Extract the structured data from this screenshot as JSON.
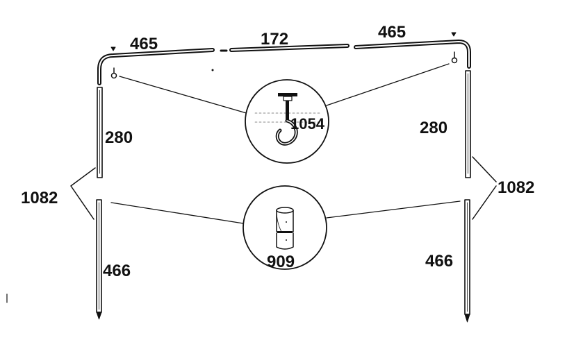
{
  "part_labels": {
    "top_left_bar": "465",
    "top_middle_bar": "172",
    "top_right_bar": "465",
    "left_upper_pole": "280",
    "right_upper_pole": "280",
    "left_lower_pole": "466",
    "right_lower_pole": "466",
    "left_pole_assembly": "1082",
    "right_pole_assembly": "1082",
    "hook_detail": "1054",
    "connector_detail": "909"
  },
  "colors": {
    "line": "#111111",
    "background": "#ffffff"
  },
  "icons": [
    "hook-icon",
    "connector-sleeve-icon",
    "ball-pin-icon"
  ]
}
